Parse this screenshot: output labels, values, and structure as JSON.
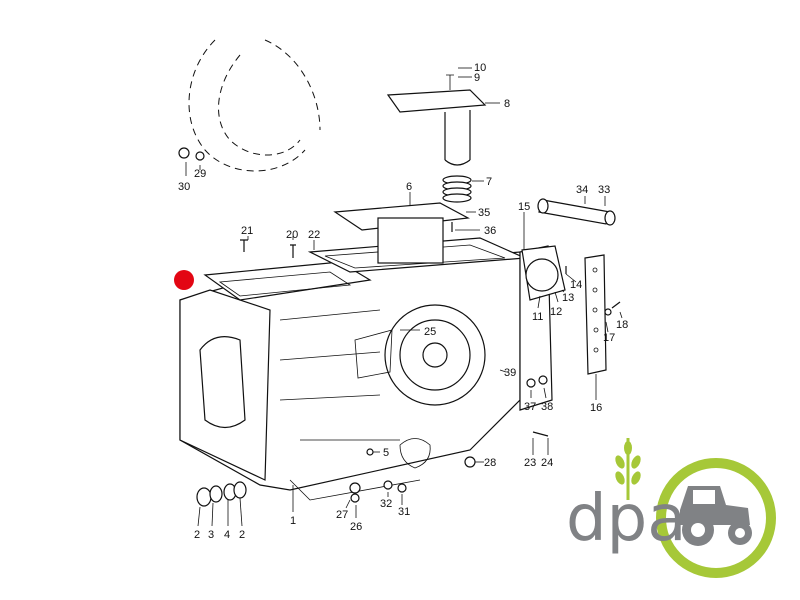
{
  "diagram": {
    "part_labels": [
      "10",
      "9",
      "8",
      "7",
      "6",
      "35",
      "36",
      "34",
      "33",
      "15",
      "30",
      "29",
      "21",
      "20",
      "22",
      "14",
      "12",
      "13",
      "11",
      "18",
      "17",
      "25",
      "39",
      "37",
      "38",
      "16",
      "23",
      "24",
      "28",
      "5",
      "32",
      "31",
      "27",
      "26",
      "1",
      "2",
      "3",
      "4",
      "2"
    ],
    "hotspot_color": "#e30613"
  },
  "logo": {
    "text": "dpa",
    "text_color": "#808285",
    "accent_color": "#a6c838",
    "icon": "tractor-icon",
    "wheat_icon": "wheat-icon"
  }
}
